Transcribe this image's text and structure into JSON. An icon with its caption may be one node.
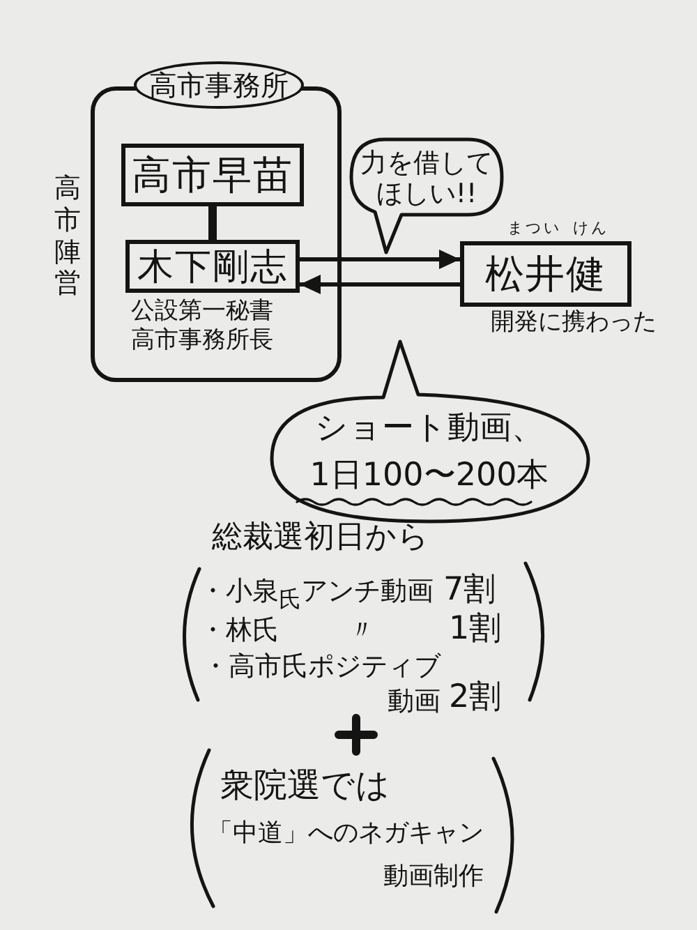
{
  "diagram": {
    "nodes": [
      {
        "text": [
          "高市事務所"
        ],
        "beside": [
          "高市陣営"
        ]
      },
      {
        "text": [
          "高市早苗"
        ],
        "in": 0
      },
      {
        "text": [
          "木下剛志"
        ],
        "in": 0,
        "beside": [
          "公設第一秘書",
          "高市事務所長"
        ]
      },
      {
        "text": [
          "松井健"
        ],
        "beside": [
          "まつい",
          "けん",
          "開発に携わった"
        ]
      },
      {
        "text": [
          "力を借してほしい!!"
        ]
      },
      {
        "text": [
          "ショート動画、1日100〜200本"
        ]
      }
    ],
    "edges": [
      {
        "from": 1,
        "to": 2,
        "arrow": "none",
        "style": "thick"
      },
      {
        "from": 2,
        "to": 3,
        "arrow": "to"
      },
      {
        "from": 3,
        "to": 2,
        "arrow": "to"
      }
    ],
    "labels": [
      "総裁選初日から",
      "・小泉$_{氏}$アンチ動画",
      "7割",
      "・林氏",
      "〃",
      "1割",
      "・高市氏ポジティブ動画",
      "2割",
      "衆院選では",
      "「中道」へのネガキャン動画制作"
    ]
  }
}
